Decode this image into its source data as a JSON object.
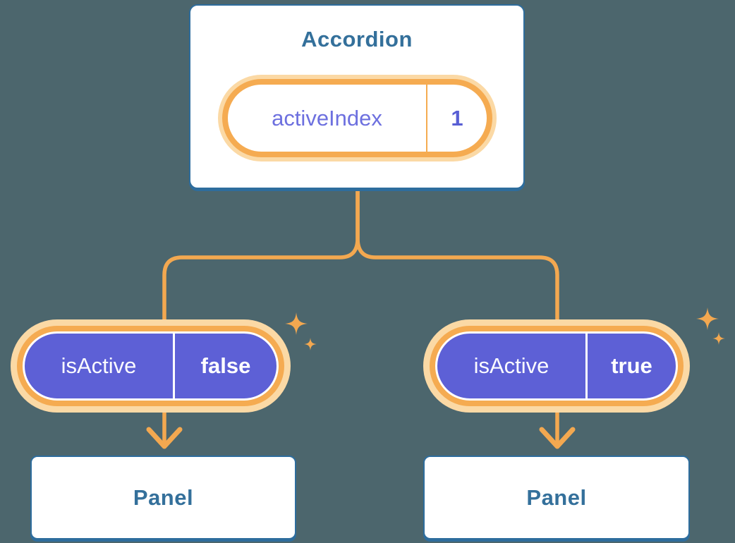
{
  "colors": {
    "background": "#4C666D",
    "card_border_blue": "#2E6D9D",
    "heading_blue": "#34709B",
    "connector_orange": "#F3A850",
    "ring_orange": "#F5AB51",
    "ring_halo": "#FBD9A5",
    "pill_purple": "#5D60D6",
    "state_name_purple": "#6D70DF",
    "state_value_purple": "#585ED4"
  },
  "accordion": {
    "title": "Accordion",
    "state": {
      "name": "activeIndex",
      "value": "1"
    }
  },
  "props": [
    {
      "name": "isActive",
      "value": "false"
    },
    {
      "name": "isActive",
      "value": "true"
    }
  ],
  "panels": [
    {
      "title": "Panel"
    },
    {
      "title": "Panel"
    }
  ]
}
